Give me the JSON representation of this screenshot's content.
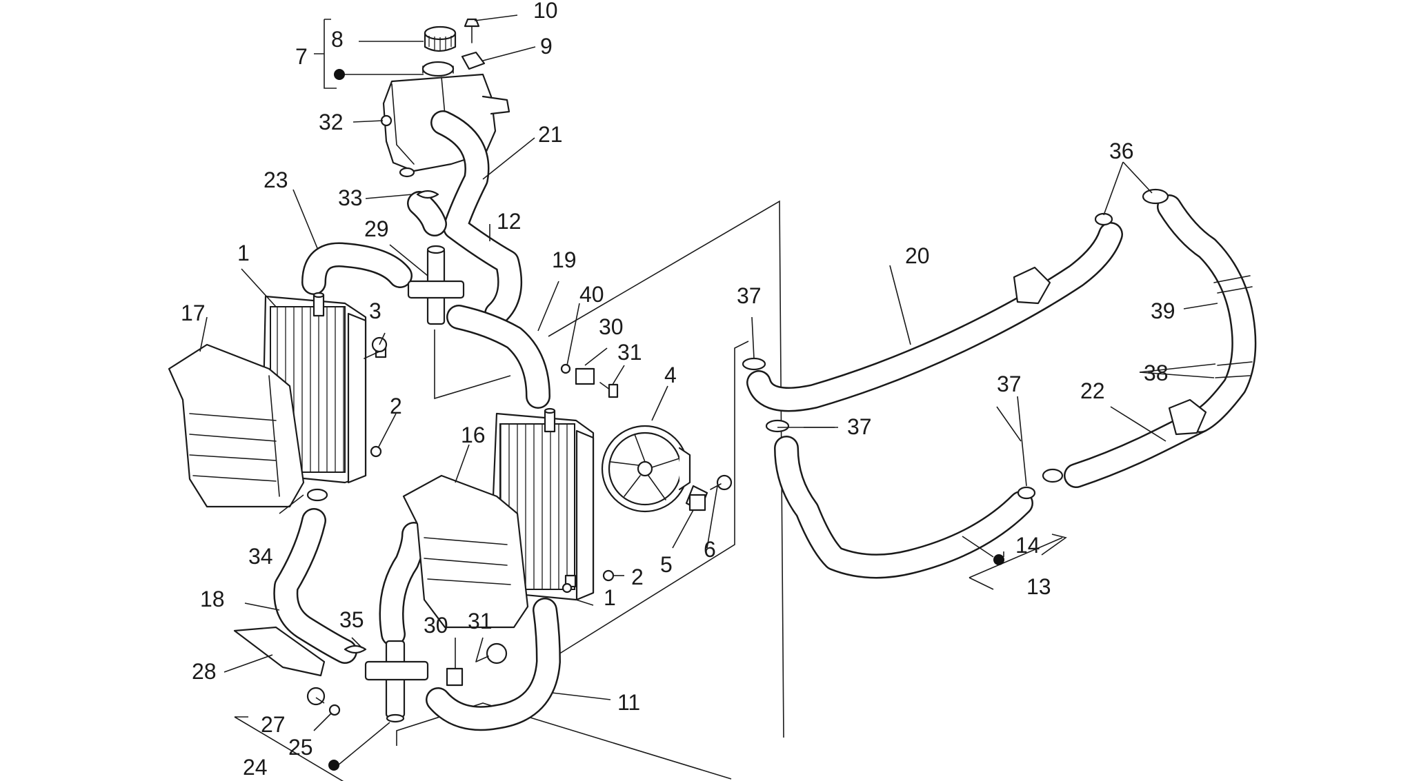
{
  "colors": {
    "ink": "#1a1a1a",
    "paper": "#ffffff"
  },
  "labels": {
    "p1": "1",
    "p2": "2",
    "p3": "3",
    "p4": "4",
    "p5": "5",
    "p6": "6",
    "p7": "7",
    "p8": "8",
    "p9": "9",
    "p10": "10",
    "p11": "11",
    "p12": "12",
    "p13": "13",
    "p14": "14",
    "p16": "16",
    "p17": "17",
    "p18": "18",
    "p19": "19",
    "p20": "20",
    "p21": "21",
    "p22": "22",
    "p23": "23",
    "p24": "24",
    "p25": "25",
    "p27": "27",
    "p28": "28",
    "p29": "29",
    "p30": "30",
    "p31": "31",
    "p32": "32",
    "p33": "33",
    "p34": "34",
    "p35": "35",
    "p36": "36",
    "p37": "37",
    "p38": "38",
    "p39": "39",
    "p40": "40"
  }
}
